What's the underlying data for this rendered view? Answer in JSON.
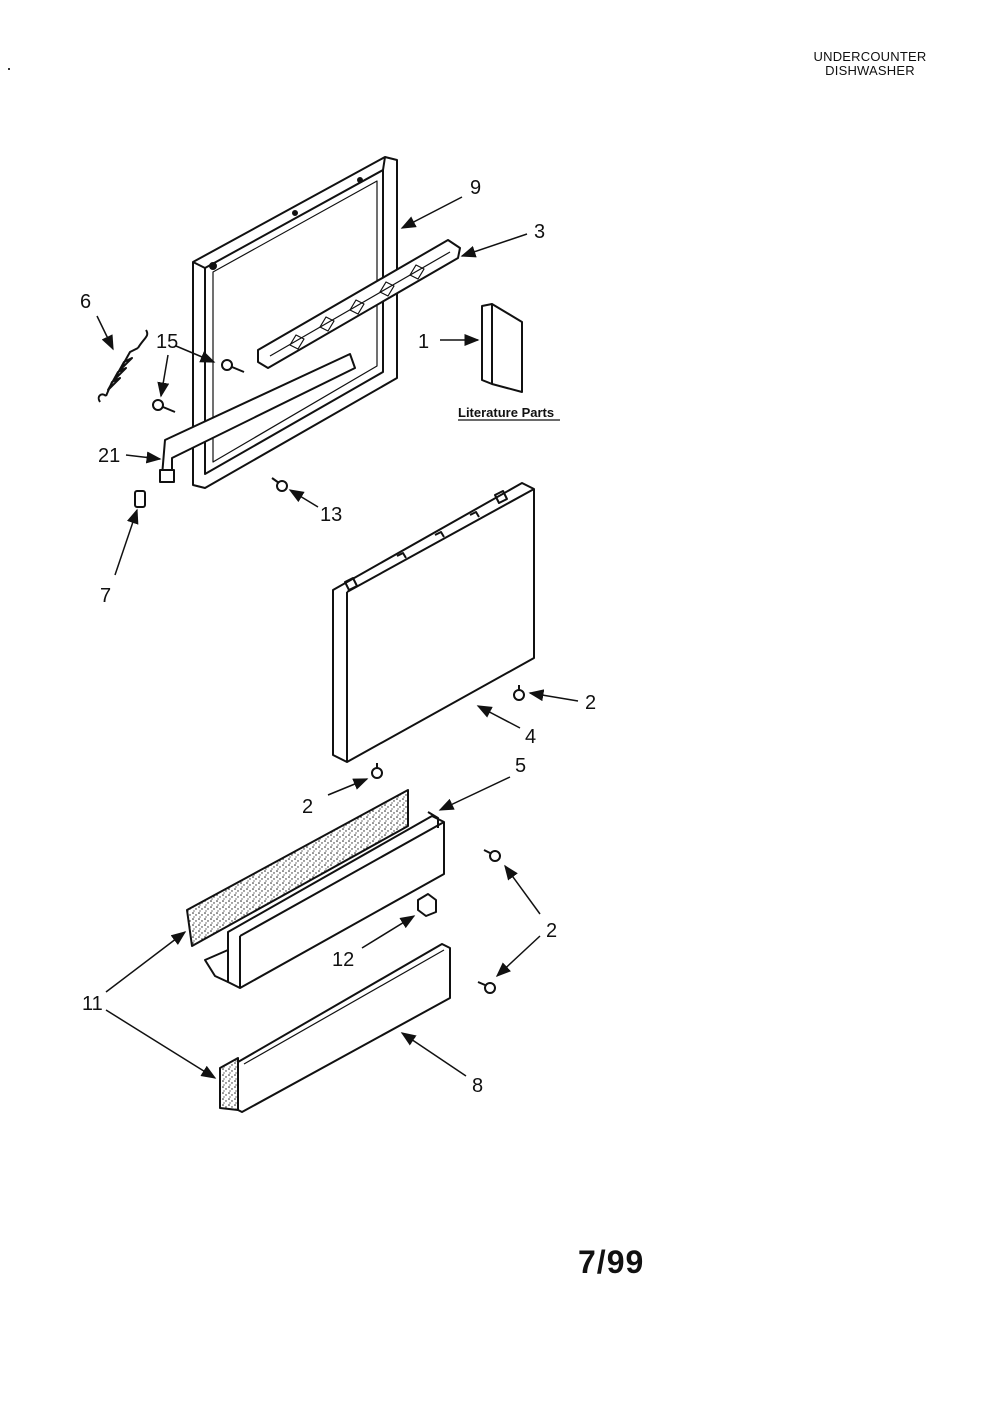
{
  "header": {
    "line1": "UNDERCOUNTER",
    "line2": "DISHWASHER"
  },
  "literature_label": "Literature Parts",
  "date_code": "7/99",
  "callouts": {
    "c9": "9",
    "c3": "3",
    "c6": "6",
    "c15": "15",
    "c1": "1",
    "c21": "21",
    "c13": "13",
    "c7": "7",
    "c2a": "2",
    "c4": "4",
    "c5": "5",
    "c2b": "2",
    "c2c": "2",
    "c12": "12",
    "c11": "11",
    "c8": "8"
  }
}
